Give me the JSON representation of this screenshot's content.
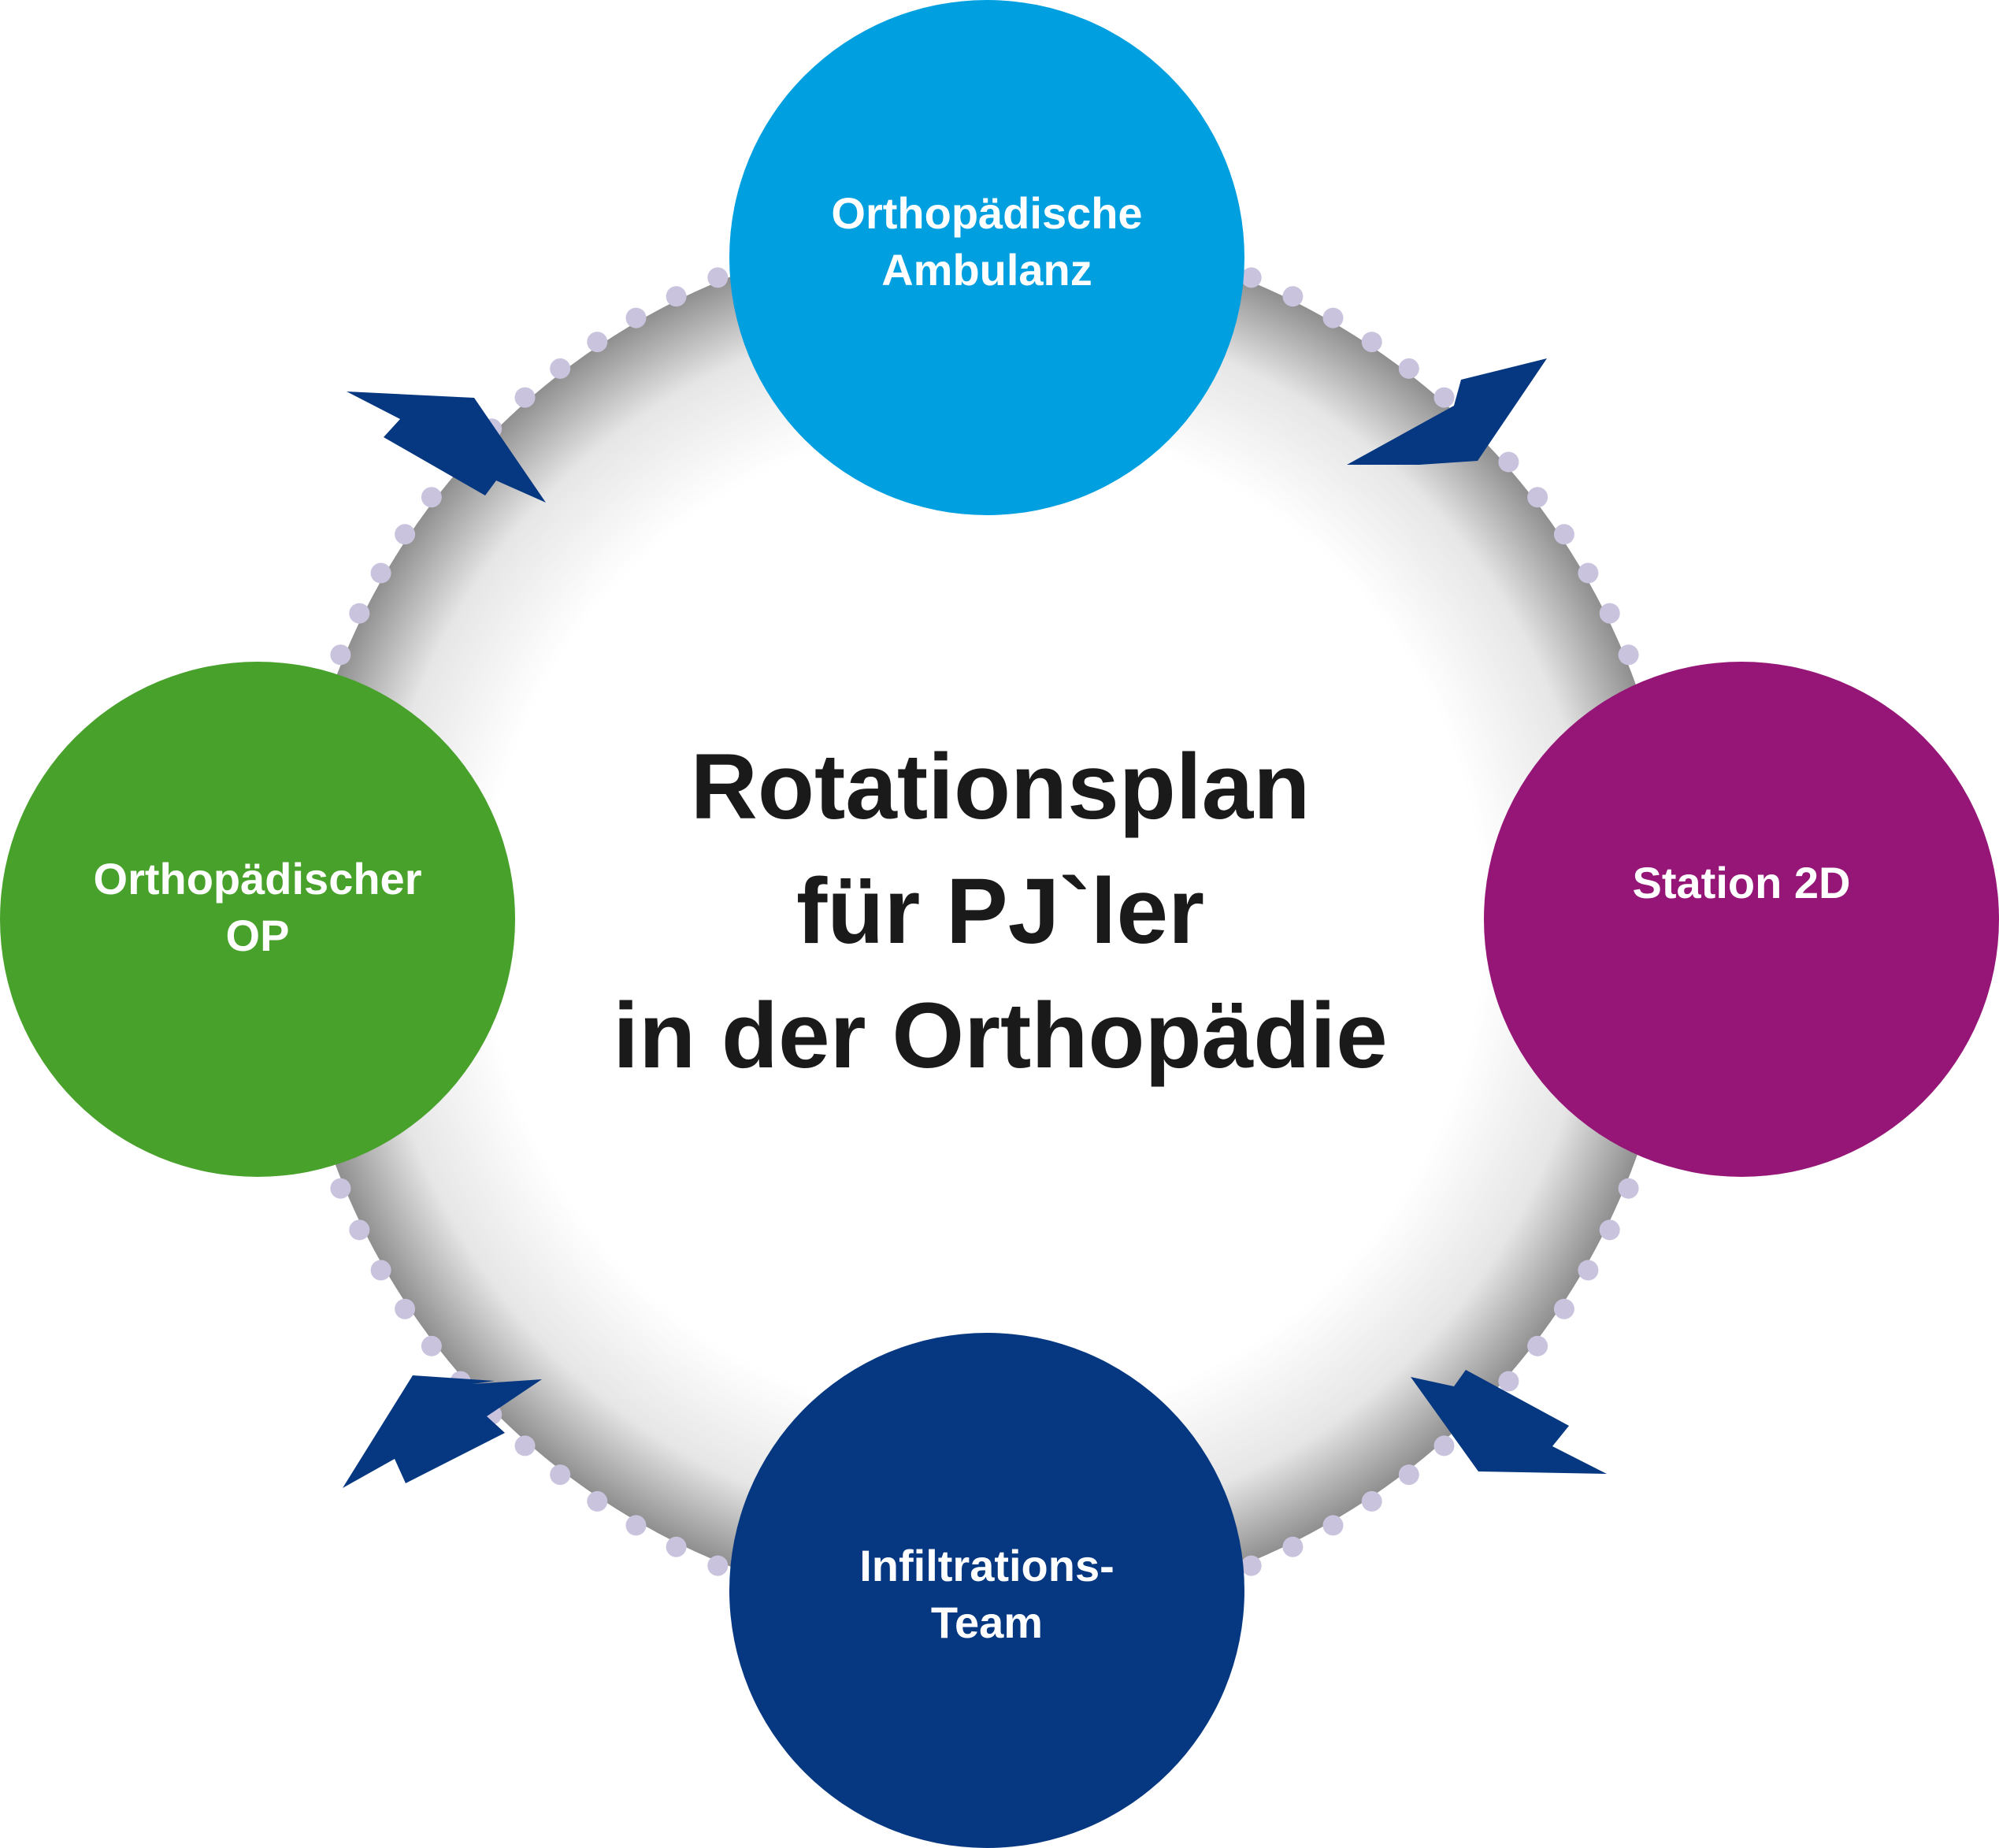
{
  "title_lines": [
    "Rotationsplan",
    "für PJ`ler",
    "in der Orthopädie"
  ],
  "nodes": {
    "top": {
      "lines": [
        "Orthopädische",
        "Ambulanz"
      ],
      "color": "#009fe0"
    },
    "right": {
      "lines": [
        "Station 2D"
      ],
      "color": "#951676"
    },
    "bottom": {
      "lines": [
        "Infiltrations-",
        "Team"
      ],
      "color": "#063781"
    },
    "left": {
      "lines": [
        "Orthopädischer",
        "OP"
      ],
      "color": "#48a12b"
    }
  },
  "colors": {
    "arrow": "#063781",
    "dots": "#c9c3dd",
    "ring_gradient_inner": "#ffffff",
    "ring_gradient_outer": "#8f8f8f"
  }
}
